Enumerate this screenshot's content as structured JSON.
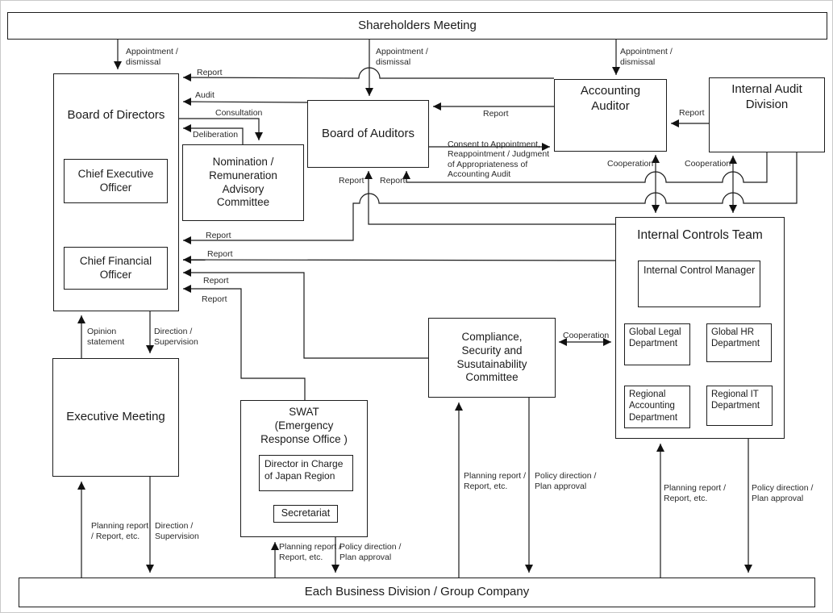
{
  "bars": {
    "top": "Shareholders Meeting",
    "bottom": "Each Business Division / Group Company"
  },
  "boxes": {
    "board_of_directors": "Board of Directors",
    "ceo": "Chief Executive\nOfficer",
    "cfo": "Chief Financial\nOfficer",
    "nomination_committee": "Nomination /\nRemuneration\nAdvisory\nCommittee",
    "board_of_auditors": "Board of Auditors",
    "accounting_auditor": "Accounting\nAuditor",
    "internal_audit_division": "Internal Audit\nDivision",
    "internal_controls_team": "Internal Controls Team",
    "internal_control_manager": "Internal Control Manager",
    "global_legal": "Global Legal\nDepartment",
    "global_hr": "Global HR\nDepartment",
    "regional_accounting": "Regional\nAccounting\nDepartment",
    "regional_it": "Regional IT\nDepartment",
    "compliance_committee": "Compliance,\nSecurity and\nSusutainability\nCommittee",
    "swat": "SWAT\n(Emergency\nResponse Office )",
    "director_japan": "Director in Charge\nof Japan Region",
    "secretariat": "Secretariat",
    "executive_meeting": "Executive Meeting"
  },
  "edge_labels": {
    "appointment_dismissal": "Appointment /\ndismissal",
    "report": "Report",
    "audit": "Audit",
    "consultation": "Consultation",
    "deliberation": "Deliberation",
    "consent": "Consent to Appointment,\nReappointment / Judgment\nof Appropriateness of\nAccounting Audit",
    "cooperation": "Cooperation",
    "opinion_statement": "Opinion\nstatement",
    "direction_supervision": "Direction /\nSupervision",
    "planning_report_em": "Planning report\n/ Report, etc.",
    "planning_report": "Planning report /\nReport, etc.",
    "policy_direction": "Policy direction /\nPlan approval"
  }
}
